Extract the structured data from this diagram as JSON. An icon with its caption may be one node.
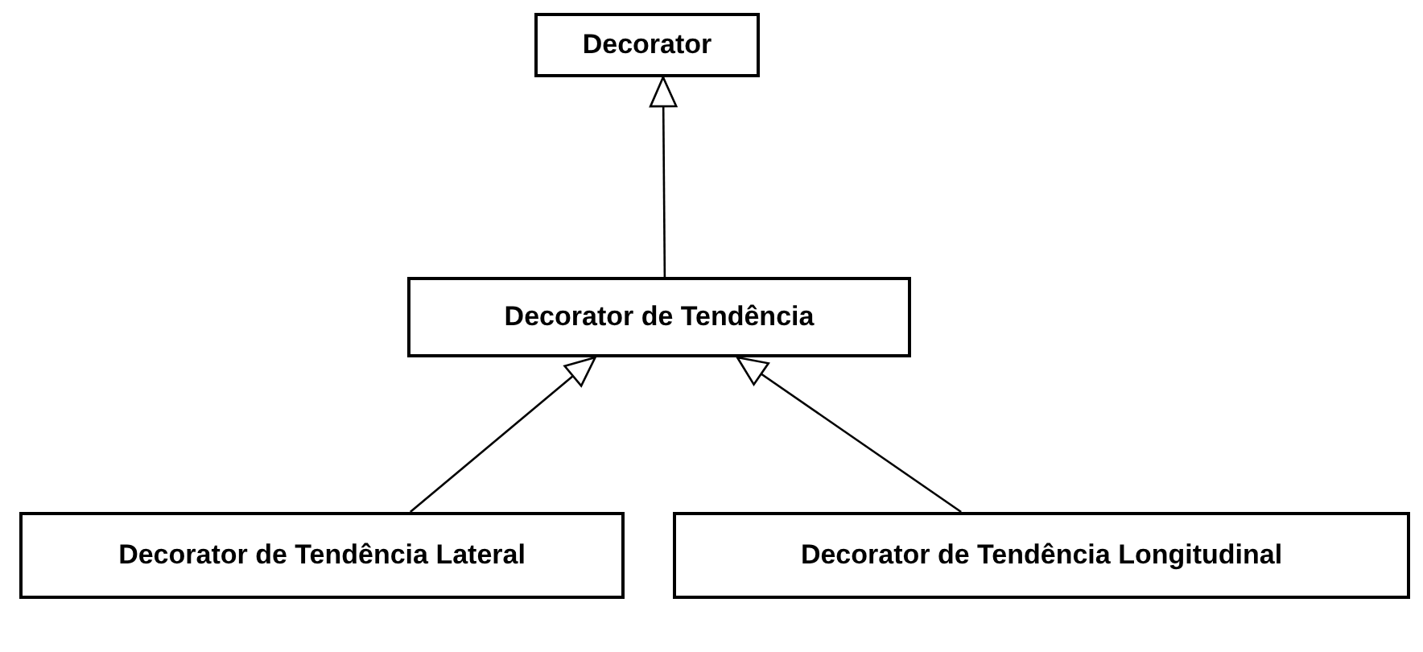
{
  "diagram": {
    "nodes": [
      {
        "text": [
          "Decorator"
        ]
      },
      {
        "text": [
          "Decorator de Tendência"
        ]
      },
      {
        "text": [
          "Decorator de Tendência Lateral"
        ]
      },
      {
        "text": [
          "Decorator de Tendência Longitudinal"
        ]
      }
    ],
    "edges": [
      {
        "from": 1,
        "to": 0,
        "arrow": "to"
      },
      {
        "from": 2,
        "to": 1,
        "arrow": "to"
      },
      {
        "from": 3,
        "to": 1,
        "arrow": "to"
      }
    ]
  }
}
